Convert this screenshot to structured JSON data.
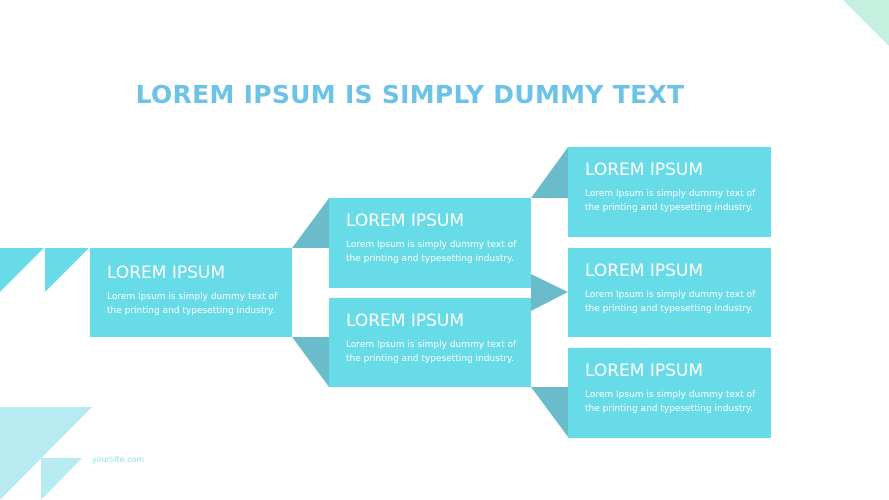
{
  "title": "LOREM IPSUM IS SIMPLY DUMMY TEXT",
  "boxes": [
    {
      "heading": "LOREM IPSUM",
      "text": "Lorem Ipsum is simply dummy text of the printing and typesetting industry."
    },
    {
      "heading": "LOREM IPSUM",
      "text": "Lorem Ipsum is simply dummy text of the printing and typesetting industry."
    },
    {
      "heading": "LOREM IPSUM",
      "text": "Lorem Ipsum is simply dummy text of the printing and typesetting industry."
    },
    {
      "heading": "LOREM IPSUM",
      "text": "Lorem Ipsum is simply dummy text of the printing and typesetting industry."
    },
    {
      "heading": "LOREM IPSUM",
      "text": "Lorem Ipsum is simply dummy text of the printing and typesetting industry."
    },
    {
      "heading": "LOREM IPSUM",
      "text": "Lorem Ipsum is simply dummy text of the printing and typesetting industry."
    }
  ],
  "footer": {
    "site": "yoursite.com"
  },
  "colors": {
    "box": "#68dbe8",
    "connector": "#6bbccb",
    "title": "#6cc3e6",
    "light": "#b5ebf1",
    "corner": "#c6f1e1"
  }
}
